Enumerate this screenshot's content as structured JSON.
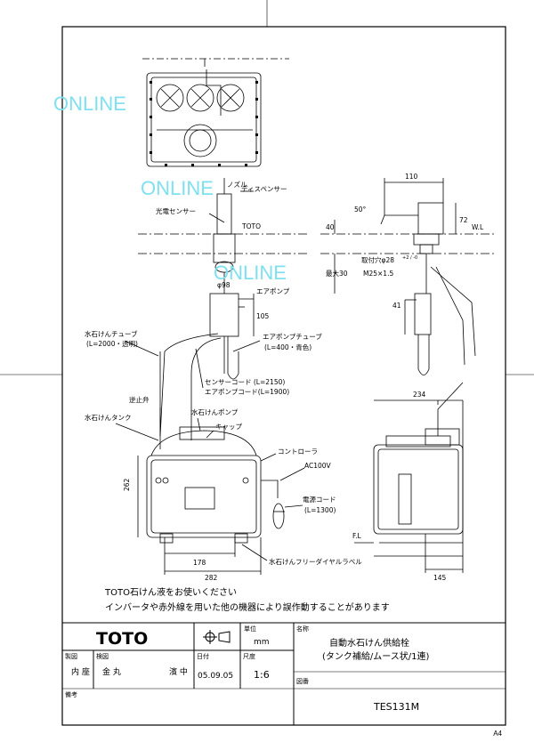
{
  "watermark": "ONLINE",
  "sheet_size": "A4",
  "notes": {
    "line1": "TOTO石けん液をお使いください",
    "line2": "インバータや赤外線を用いた他の機器により誤作動することがあります"
  },
  "labels": {
    "nozzle": "ノズル",
    "dispenser": "ディスペンサー",
    "photo_sensor": "光電センサー",
    "toto_mark": "TOTO",
    "phi98": "φ98",
    "air_pump": "エアポンプ",
    "dim_105": "105",
    "soap_tube": "水石けんチューブ",
    "soap_tube_len": "(L=2000・透明)",
    "air_pump_tube": "エアポンプチューブ",
    "air_pump_tube_len": "(L=400・青色)",
    "sensor_cord": "センサーコード (L=2150)",
    "air_pump_cord": "エアポンプコード(L=1900)",
    "check_valve": "逆止弁",
    "soap_tank": "水石けんタンク",
    "soap_pump": "水石けんポンプ",
    "cap": "キャップ",
    "controller": "コントローラ",
    "ac100v": "AC100V",
    "power_cord": "電源コード",
    "power_cord_len": "(L=1300)",
    "free_dial_label": "水石けんフリーダイヤルラベル",
    "dim_262": "262",
    "dim_178": "178",
    "dim_282": "282",
    "dim_110": "110",
    "dim_50deg": "50°",
    "dim_72": "72",
    "wl": "W.L",
    "dim_40": "40",
    "mount_hole": "取付穴φ28",
    "mount_hole_tol": "+2 / -0",
    "max30": "最大30",
    "thread": "M25×1.5",
    "dim_41": "41",
    "dim_234": "234",
    "fl": "F.L",
    "dim_145": "145"
  },
  "title_block": {
    "brand": "TOTO",
    "unit_label": "単位",
    "unit_value": "mm",
    "name_label": "名称",
    "name_line1": "自動水石けん供給栓",
    "name_line2": "(タンク補給/ムース状/1連)",
    "drawn_label": "製図",
    "checked_label": "検図",
    "date_label": "日付",
    "scale_label": "尺度",
    "drawn_by": "内 座",
    "checked_by_1": "金 丸",
    "checked_by_2": "濱 中",
    "date_value": "05.09.05",
    "scale_value": "1:6",
    "drawing_no_label": "図番",
    "drawing_no": "TES131M",
    "remarks_label": "備考"
  }
}
